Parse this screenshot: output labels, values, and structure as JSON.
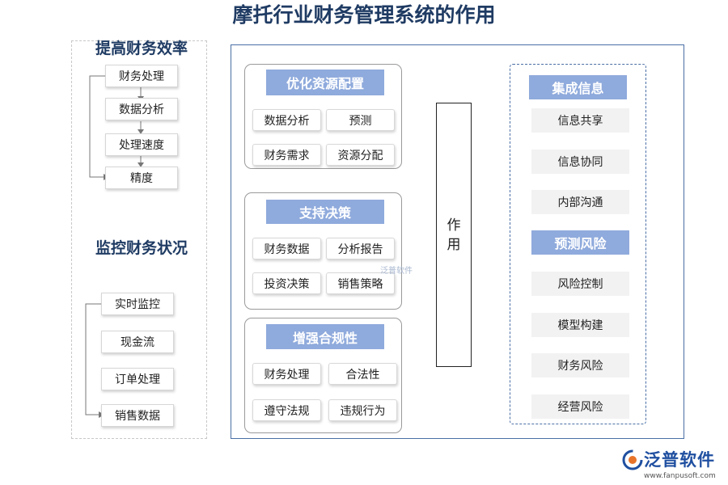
{
  "title": "摩托行业财务管理系统的作用",
  "left": {
    "section1": {
      "heading": "提高财务效率",
      "items": [
        "财务处理",
        "数据分析",
        "处理速度",
        "精度"
      ]
    },
    "section2": {
      "heading": "监控财务状况",
      "items": [
        "实时监控",
        "现金流",
        "订单处理",
        "销售数据"
      ]
    }
  },
  "middle": {
    "groups": [
      {
        "heading": "优化资源配置",
        "items": [
          "数据分析",
          "预测",
          "财务需求",
          "资源分配"
        ]
      },
      {
        "heading": "支持决策",
        "items": [
          "财务数据",
          "分析报告",
          "投资决策",
          "销售策略"
        ]
      },
      {
        "heading": "增强合规性",
        "items": [
          "财务处理",
          "合法性",
          "遵守法规",
          "违规行为"
        ]
      }
    ]
  },
  "center": {
    "chars": [
      "作",
      "用"
    ]
  },
  "right": {
    "group1": {
      "heading": "集成信息",
      "items": [
        "信息共享",
        "信息协同",
        "内部沟通"
      ]
    },
    "group2": {
      "heading": "预测风险",
      "items": [
        "风险控制",
        "模型构建",
        "财务风险",
        "经营风险"
      ]
    }
  },
  "watermark": "泛普软件",
  "logo": {
    "name": "泛普软件",
    "url": "www.fanpusoft.com"
  },
  "colors": {
    "title": "#1f3b63",
    "header_fill": "#8faadc",
    "frame": "#4a6fa5",
    "logo": "#1f4fa0"
  }
}
